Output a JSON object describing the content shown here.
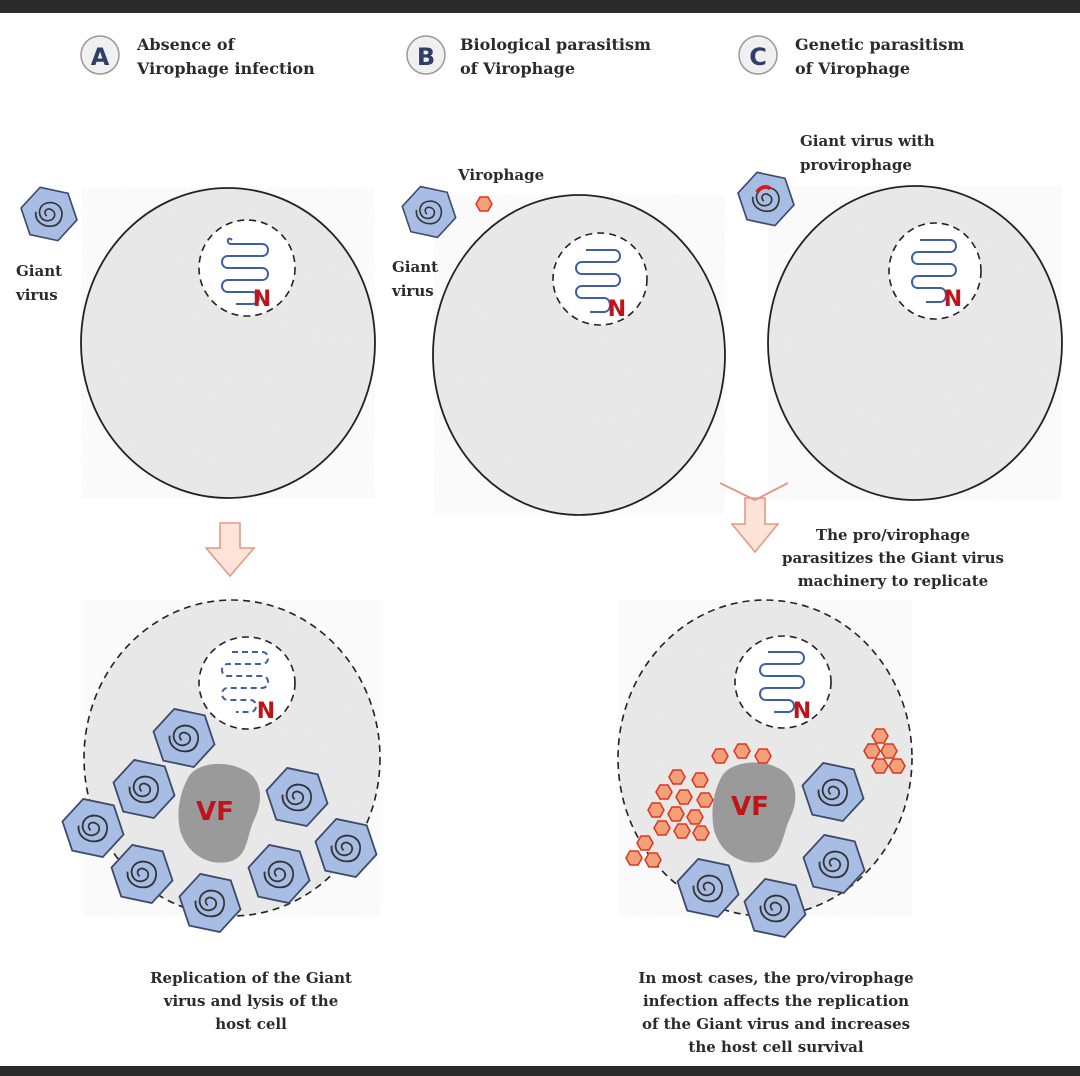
{
  "panels": [
    {
      "letter": "A",
      "title_line1": "Absence of",
      "title_line2": "Virophage infection"
    },
    {
      "letter": "B",
      "title_line1": "Biological parasitism",
      "title_line2": "of Virophage"
    },
    {
      "letter": "C",
      "title_line1": "Genetic parasitism",
      "title_line2": "of Virophage"
    }
  ],
  "labels": {
    "giant_virus_a_line1": "Giant",
    "giant_virus_a_line2": "virus",
    "virophage": "Virophage",
    "giant_virus_b_line1": "Giant",
    "giant_virus_b_line2": "virus",
    "giant_virus_provirophage_line1": "Giant virus with",
    "giant_virus_provirophage_line2": "provirophage",
    "nucleus": "N",
    "viral_factory": "VF"
  },
  "notes": {
    "c_line1": "The pro/virophage",
    "c_line2": "parasitizes the Giant virus",
    "c_line3": "machinery to replicate"
  },
  "captions": {
    "a_line1": "Replication of the Giant",
    "a_line2": "virus and lysis of the",
    "a_line3": "host cell",
    "c_line1": "In most cases, the pro/virophage",
    "c_line2": "infection affects the replication",
    "c_line3": "of the Giant virus and increases",
    "c_line4": "the host cell survival"
  },
  "colors": {
    "giant_virus_fill": "#a7bde3",
    "giant_virus_stroke": "#3d4a6b",
    "virophage_fill": "#f2a07a",
    "virophage_stroke": "#e0341c",
    "viral_factory": "#9a9a9a",
    "nucleus_label": "#c0141b",
    "dna": "#3e5ea8",
    "arrow_fill": "#fde3d8",
    "arrow_stroke": "#e49a85",
    "cell_fill": "#e6e6e6",
    "frame_bar": "#2a2a2a"
  }
}
